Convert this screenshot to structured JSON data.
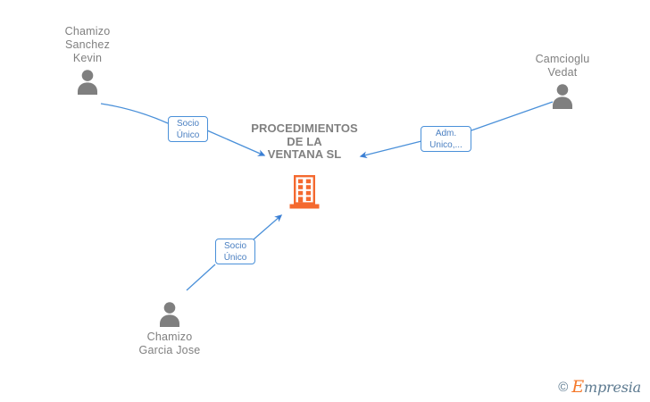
{
  "diagram": {
    "title": "PROCEDIMIENTOS\nDE LA\nVENTANA SL",
    "company_icon": "building-icon",
    "accent_color": "#f4692f",
    "edge_color": "#4a90d9",
    "text_color": "#808080"
  },
  "persons": [
    {
      "id": "chamizo-sanchez-kevin",
      "name": "Chamizo\nSanchez\nKevin",
      "icon": "person-icon"
    },
    {
      "id": "camcioglu-vedat",
      "name": "Camcioglu\nVedat",
      "icon": "person-icon"
    },
    {
      "id": "chamizo-garcia-jose",
      "name": "Chamizo\nGarcia Jose",
      "icon": "person-icon"
    }
  ],
  "relations": [
    {
      "id": "rel-kevin",
      "label": "Socio\nÚnico"
    },
    {
      "id": "rel-vedat",
      "label": "Adm.\nUnico,..."
    },
    {
      "id": "rel-jose",
      "label": "Socio\nÚnico"
    }
  ],
  "watermark": {
    "copyright": "©",
    "brand_initial": "E",
    "brand_rest": "mpresia"
  }
}
